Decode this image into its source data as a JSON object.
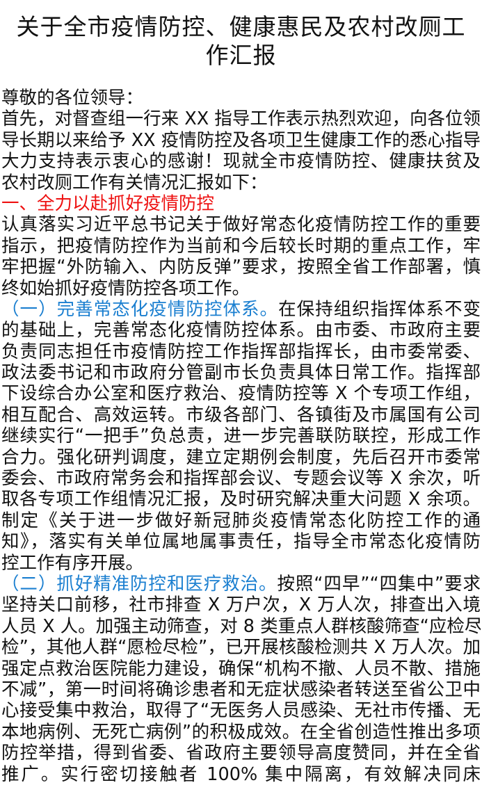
{
  "title": [
    "关于全市疫情防控、健康惠民及农村改厕工",
    "作汇报"
  ],
  "greeting": "尊敬的各位领导：",
  "intro": [
    "首先，对督查组一行来 XX 指导工作表示热烈欢迎，向各位领",
    "导长期以来给予 XX 疫情防控及各项卫生健康工作的悉心指导",
    "大力支持表示衷心的感谢！现就全市疫情防控、健康扶贫及",
    "农村改厕工作有关情况汇报如下："
  ],
  "section1": {
    "heading": "一、全力以赴抓好疫情防控",
    "lines": [
      "认真落实习近平总书记关于做好常态化疫情防控工作的重要",
      "指示，把疫情防控作为当前和今后较长时期的重点工作，牢",
      "牢把握“外防输入、内防反弹”要求，按照全省工作部署，慎",
      "终如始抓好疫情防控各项工作。"
    ]
  },
  "sub1": {
    "heading": "（一）完善常态化疫情防控体系。",
    "first_rest": "在保持组织指挥体系不变",
    "lines": [
      "的基础上，完善常态化疫情防控体系。由市委、市政府主要",
      "负责同志担任市疫情防控工作指挥部指挥长，由市委常委、",
      "政法委书记和市政府分管副市长负责具体日常工作。指挥部",
      "下设综合办公室和医疗救治、疫情防控等 X 个专项工作组，",
      "相互配合、高效运转。市级各部门、各镇街及市属国有公司",
      "继续实行“一把手”负总责，进一步完善联防联控，形成工作",
      "合力。强化研判调度，建立定期例会制度，先后召开市委常",
      "委会、市政府常务会和指挥部会议、专题会议等 X 余次，听",
      "取各专项工作组情况汇报，及时研究解决重大问题 X 余项。",
      "制定《关于进一步做好新冠肺炎疫情常态化防控工作的通",
      "知》，落实有关单位属地属事责任，指导全市常态化疫情防",
      "控工作有序开展。"
    ]
  },
  "sub2": {
    "heading": "（二）抓好精准防控和医疗救治。",
    "first_rest": "按照“四早”“四集中”要求",
    "lines": [
      "坚持关口前移，社市排查 X 万户次，X 万人次，排查出入境",
      "人员 X 人。加强主动筛查，对 8 类重点人群核酸筛查“应检尽",
      "检”，其他人群“愿检尽检”，已开展核酸检测共 X 万人次。加",
      "强定点救治医院能力建设，确保“机构不撤、人员不散、措施",
      "不减”，第一时间将确诊患者和无症状感染者转送至省公卫中",
      "心接受集中救治，取得了“无医务人员感染、无社市传播、无",
      "本地病例、无死亡病例”的积极成效。在全省创造性推出多项",
      "防控举措，得到省委、省政府主要领导高度赞同，并在全省",
      "推广。实行密切接触者 100% 集中隔离，有效解决同床"
    ]
  }
}
